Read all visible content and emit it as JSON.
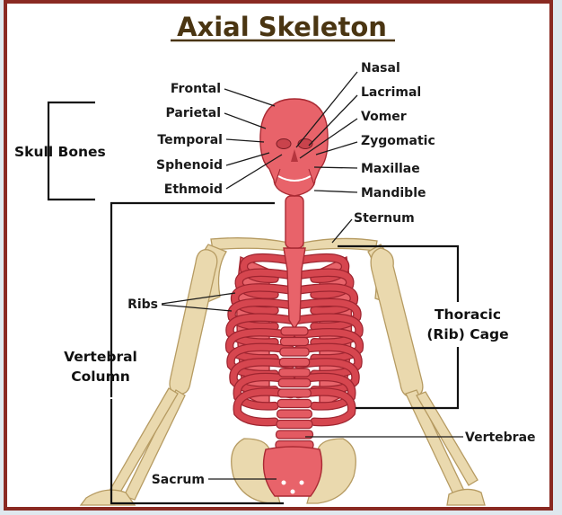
{
  "title": "Axial Skeleton",
  "skull_group_label": "Skull Bones",
  "labels_left": {
    "frontal": "Frontal",
    "parietal": "Parietal",
    "temporal": "Temporal",
    "sphenoid": "Sphenoid",
    "ethmoid": "Ethmoid",
    "ribs": "Ribs",
    "sacrum": "Sacrum"
  },
  "labels_right": {
    "nasal": "Nasal",
    "lacrimal": "Lacrimal",
    "vomer": "Vomer",
    "zygomatic": "Zygomatic",
    "maxillae": "Maxillae",
    "mandible": "Mandible",
    "sternum": "Sternum",
    "vertebrae": "Vertebrae"
  },
  "vertebral_column_label": [
    "Vertebral",
    "Column"
  ],
  "thoracic_cage_label": [
    "Thoracic",
    "(Rib) Cage"
  ],
  "colors": {
    "frame": "#8a2a22",
    "title": "#4a3512",
    "axial_red": "#e8636a",
    "appendicular_bone": "#ead9ae"
  }
}
